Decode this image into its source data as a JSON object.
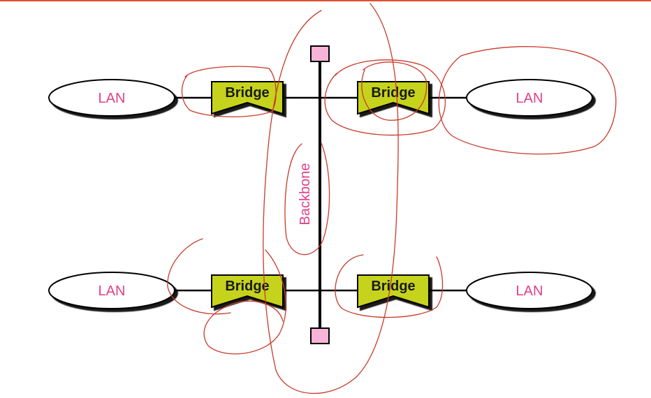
{
  "diagram": {
    "lans": [
      {
        "label": "LAN"
      },
      {
        "label": "LAN"
      },
      {
        "label": "LAN"
      },
      {
        "label": "LAN"
      }
    ],
    "bridges": [
      {
        "label": "Bridge"
      },
      {
        "label": "Bridge"
      },
      {
        "label": "Bridge"
      },
      {
        "label": "Bridge"
      }
    ],
    "backbone_label": "Backbone"
  },
  "colors": {
    "lan_text": "#e0408a",
    "bridge_fill": "#c6d31a",
    "terminator_fill": "#f7b4d6",
    "line": "#000000",
    "annotation": "#c83a2a",
    "top_rule": "#e05030"
  }
}
